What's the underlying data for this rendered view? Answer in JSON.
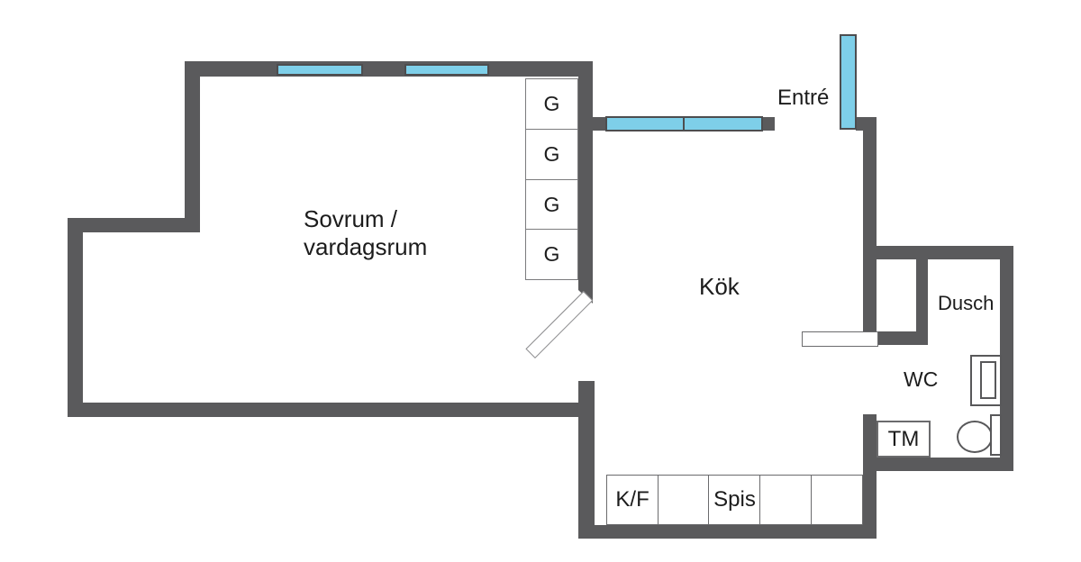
{
  "rooms": {
    "sovrum": {
      "line1": "Sovrum /",
      "line2": "vardagsrum"
    },
    "kok": {
      "label": "Kök"
    },
    "entre": {
      "label": "Entré"
    },
    "dusch": {
      "label": "Dusch"
    },
    "wc": {
      "label": "WC"
    }
  },
  "fixtures": {
    "wardrobes": [
      "G",
      "G",
      "G",
      "G"
    ],
    "washing_machine": "TM",
    "counter": [
      "K/F",
      "",
      "Spis",
      "",
      ""
    ]
  },
  "colors": {
    "wall": "#5a5a5c",
    "window_blue": "#7ecfe9",
    "text": "#1c1c1c"
  }
}
